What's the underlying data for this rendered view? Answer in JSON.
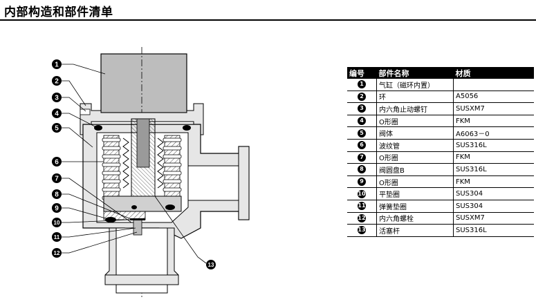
{
  "page": {
    "title": "内部构造和部件清单"
  },
  "diagram": {
    "callouts": [
      "1",
      "2",
      "3",
      "4",
      "5",
      "6",
      "7",
      "8",
      "9",
      "10",
      "11",
      "12",
      "13"
    ]
  },
  "parts_table": {
    "headers": {
      "no": "编号",
      "name": "部件名称",
      "material": "材质"
    },
    "rows": [
      {
        "no": "1",
        "name": "气缸（磁环内置）",
        "material": ""
      },
      {
        "no": "2",
        "name": "环",
        "material": "A5056"
      },
      {
        "no": "3",
        "name": "内六角止动螺钉",
        "material": "SUSXM7"
      },
      {
        "no": "4",
        "name": "O形圈",
        "material": "FKM"
      },
      {
        "no": "5",
        "name": "阀体",
        "material": "A6063－0"
      },
      {
        "no": "6",
        "name": "波纹管",
        "material": "SUS316L"
      },
      {
        "no": "7",
        "name": "O形圈",
        "material": "FKM"
      },
      {
        "no": "8",
        "name": "阀圆盘B",
        "material": "SUS316L"
      },
      {
        "no": "9",
        "name": "O形圈",
        "material": "FKM"
      },
      {
        "no": "10",
        "name": "平垫圈",
        "material": "SUS304"
      },
      {
        "no": "11",
        "name": "弹簧垫圈",
        "material": "SUS304"
      },
      {
        "no": "12",
        "name": "内六角螺栓",
        "material": "SUSXM7"
      },
      {
        "no": "13",
        "name": "活塞杆",
        "material": "SUS316L"
      }
    ]
  }
}
